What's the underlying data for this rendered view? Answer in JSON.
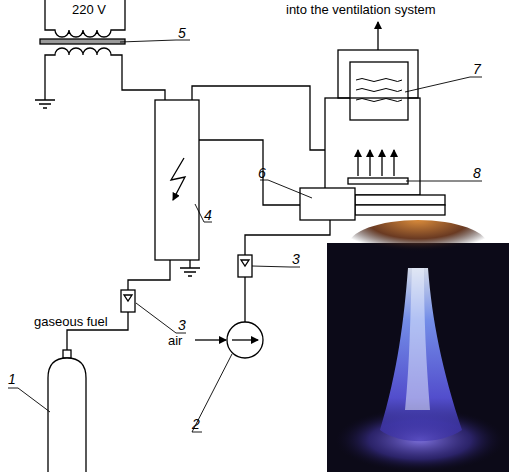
{
  "diagram": {
    "labels": [
      "220 V",
      "5",
      "into the ventilation system",
      "7",
      "4",
      "6",
      "8",
      "gaseous fuel",
      "3",
      "3",
      "1",
      "air",
      "2"
    ]
  }
}
